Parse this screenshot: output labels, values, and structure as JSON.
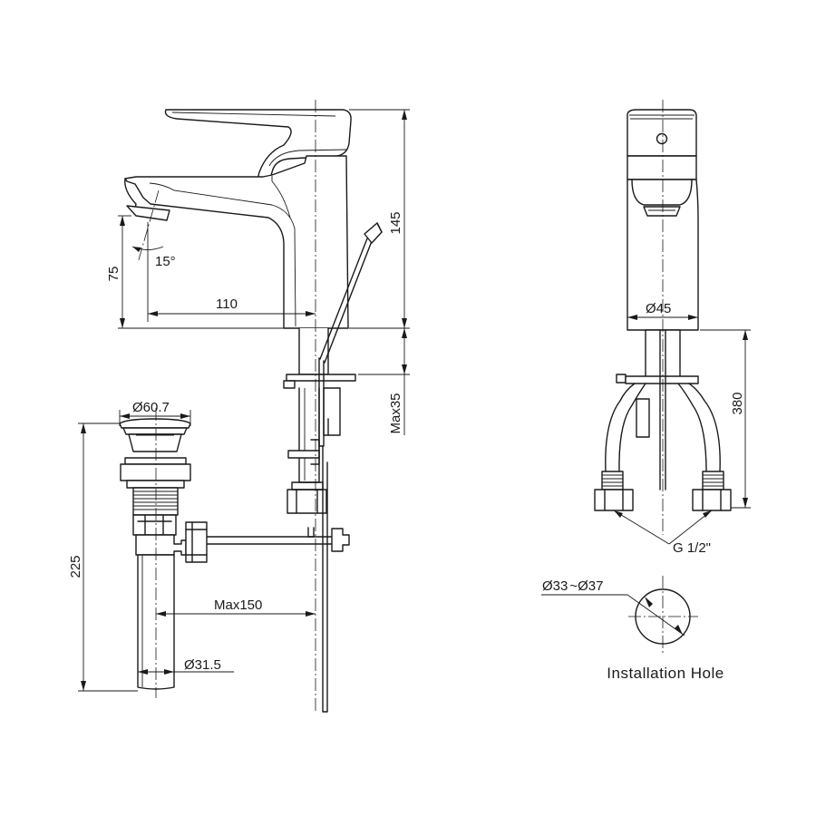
{
  "dimensions": {
    "height_total": "145",
    "spout_height": "75",
    "spout_reach": "110",
    "spray_angle": "15°",
    "max_deck_thickness": "Max35",
    "popup_cap_diameter": "60.7",
    "popup_length": "225",
    "rod_reach": "Max150",
    "tail_diameter": "31.5",
    "body_diameter": "45",
    "hose_length": "380",
    "thread": "G 1/2\"",
    "hole_diameter_min": "33",
    "hole_diameter_max": "37"
  },
  "symbols": {
    "diameter": "Ø",
    "range_separator": "~"
  },
  "labels": {
    "installation_hole": "Installation Hole"
  }
}
